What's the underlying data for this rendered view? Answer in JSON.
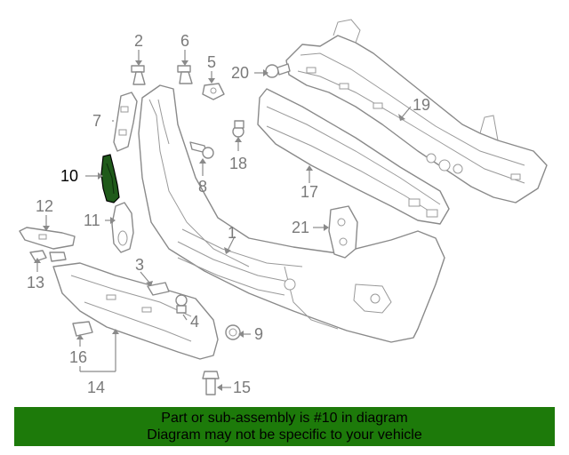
{
  "callouts": {
    "c1": "1",
    "c2": "2",
    "c3": "3",
    "c4": "4",
    "c5": "5",
    "c6": "6",
    "c7": "7",
    "c8": "8",
    "c9": "9",
    "c10": "10",
    "c11": "11",
    "c12": "12",
    "c13": "13",
    "c14": "14",
    "c15": "15",
    "c16": "16",
    "c17": "17",
    "c18": "18",
    "c19": "19",
    "c20": "20",
    "c21": "21"
  },
  "highlighted_part": "10",
  "banner": {
    "line1": "Part or sub-assembly is #10 in diagram",
    "line2": "Diagram may not be specific to your vehicle"
  },
  "colors": {
    "banner_bg": "#1d7a0a",
    "highlight_fill": "#1f5a1a",
    "line_gray": "#8a8a8a"
  }
}
